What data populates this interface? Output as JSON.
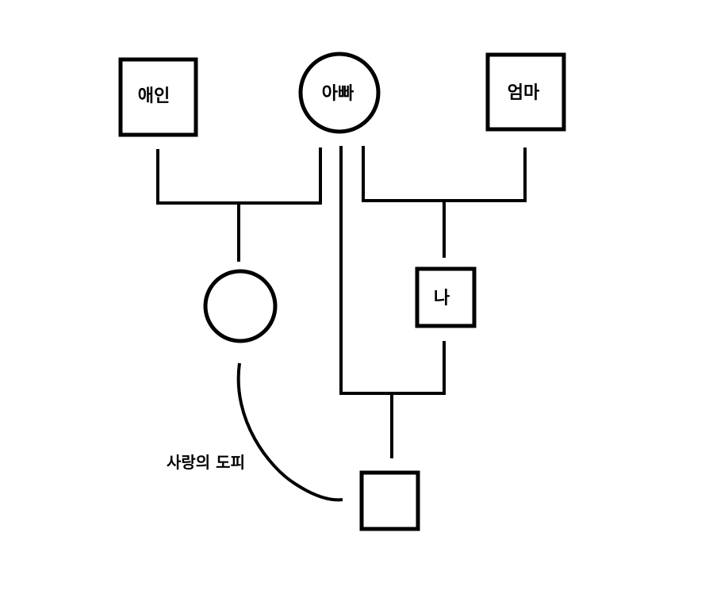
{
  "nodes": {
    "lover": {
      "label": "애인",
      "shape": "square"
    },
    "father": {
      "label": "아빠",
      "shape": "circle"
    },
    "mother": {
      "label": "엄마",
      "shape": "square"
    },
    "half_sibling": {
      "label": "",
      "shape": "circle"
    },
    "me": {
      "label": "나",
      "shape": "square"
    },
    "child": {
      "label": "",
      "shape": "square"
    }
  },
  "annotations": {
    "escape_of_love": "사랑의 도피"
  },
  "colors": {
    "line": "#000000",
    "background": "#ffffff"
  }
}
